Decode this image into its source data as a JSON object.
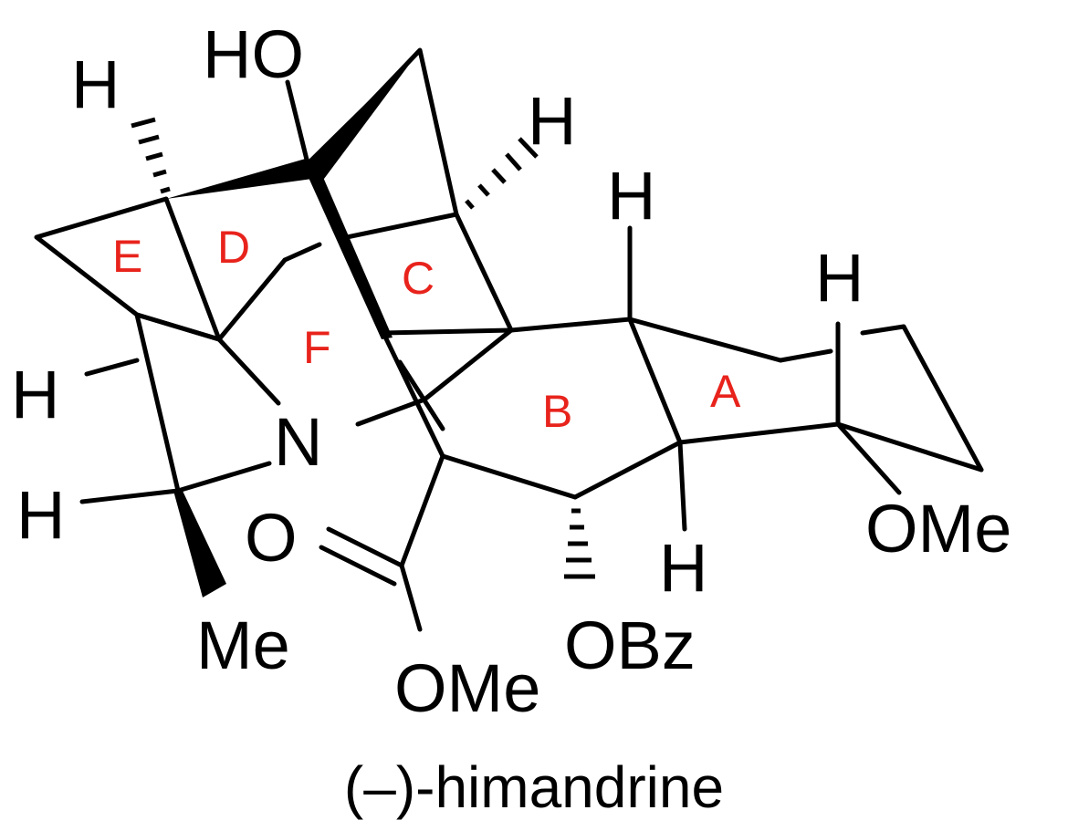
{
  "molecule": {
    "caption": "(–)-himandrine",
    "ring_color": "#e8231c",
    "bond_color": "#000000",
    "ring_labels": {
      "a": "A",
      "b": "B",
      "c": "C",
      "d": "D",
      "e": "E",
      "f": "F"
    },
    "atoms": {
      "ho": "HO",
      "n": "N",
      "o_carbonyl": "O",
      "ome_ester": "OMe",
      "ome_ring": "OMe",
      "obz": "OBz",
      "me": "Me",
      "h_top_left": "H",
      "h_top_right": "H",
      "h_ring_b": "H",
      "h_ring_a": "H",
      "h_left_upper": "H",
      "h_left_lower": "H",
      "h_obz": "H"
    }
  }
}
